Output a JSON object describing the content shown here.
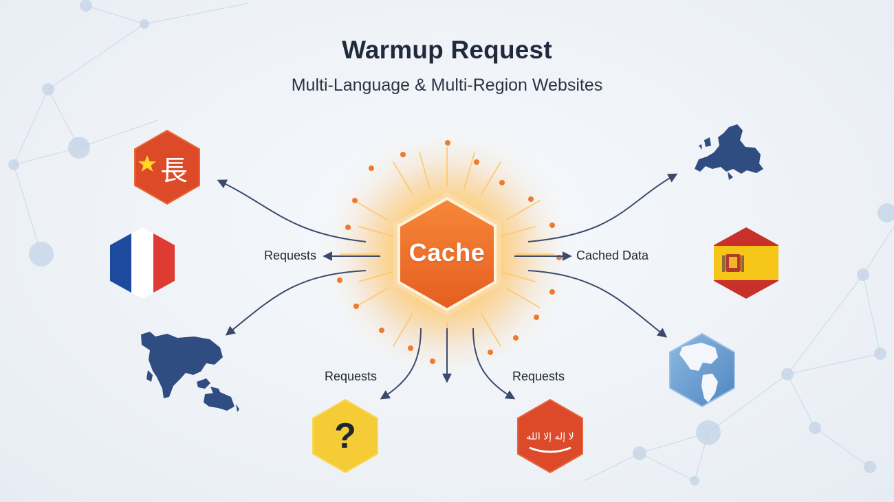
{
  "header": {
    "title": "Warmup Request",
    "subtitle": "Multi-Language & Multi-Region Websites"
  },
  "hub": {
    "label": "Cache"
  },
  "arrow_labels": {
    "left": "Requests",
    "right": "Cached Data",
    "bottom_left": "Requests",
    "bottom_right": "Requests"
  },
  "nodes": {
    "china": {
      "glyph": "長"
    },
    "arabic": {
      "glyph": "لا إله إلا الله"
    },
    "unknown": {
      "glyph": "?"
    }
  },
  "colors": {
    "accent_orange": "#ee6a24",
    "arrow_navy": "#3b4a6b",
    "map_navy": "#2f4d80",
    "globe_blue": "#6a9fd1",
    "yellow": "#f6cc36",
    "red": "#dd4a2a"
  },
  "icons": [
    "china-flag-icon",
    "france-flag-icon",
    "asia-map-icon",
    "question-icon",
    "arabic-flag-icon",
    "europe-map-icon",
    "spain-flag-icon",
    "globe-icon"
  ]
}
